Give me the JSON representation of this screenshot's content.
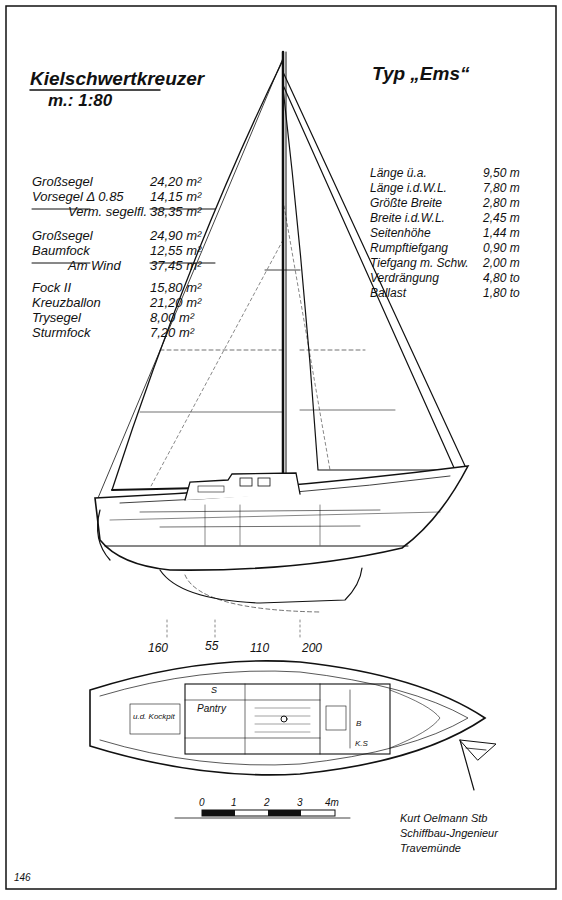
{
  "diagram": {
    "title": "Kielschwertkreuzer",
    "labels": [
      "m.: 1:80",
      "Typ „Ems“",
      "Großsegel",
      "24,20 m²",
      "Vorsegel Δ 0.85",
      "14,15 m²",
      "Verm. segelfl.",
      "38,35 m²",
      "Großsegel",
      "24,90 m²",
      "Baumfock",
      "12,55 m²",
      "Am Wind",
      "37,45 m²",
      "Fock II",
      "15,80 m²",
      "Kreuzballon",
      "21,20 m²",
      "Trysegel",
      "8,00 m²",
      "Sturmfock",
      "7,20 m²",
      "Länge ü.a.",
      "9,50 m",
      "Länge i.d.W.L.",
      "7,80 m",
      "Größte Breite",
      "2,80 m",
      "Breite i.d.W.L.",
      "2,45 m",
      "Seitenhöhe",
      "1,44 m",
      "Rumpftiefgang",
      "0,90 m",
      "Tiefgang m. Schw.",
      "2,00 m",
      "Verdrängung",
      "4,80 to",
      "Ballast",
      "1,80 to",
      "160",
      "55",
      "110",
      "200",
      "S",
      "Pantry",
      "u.d. Kockpit",
      "K.S",
      "B",
      "0",
      "1",
      "2",
      "3",
      "4m",
      "Kurt Oelmann Stb",
      "Schiffbau-Jngenieur",
      "Travemünde",
      "146"
    ]
  }
}
